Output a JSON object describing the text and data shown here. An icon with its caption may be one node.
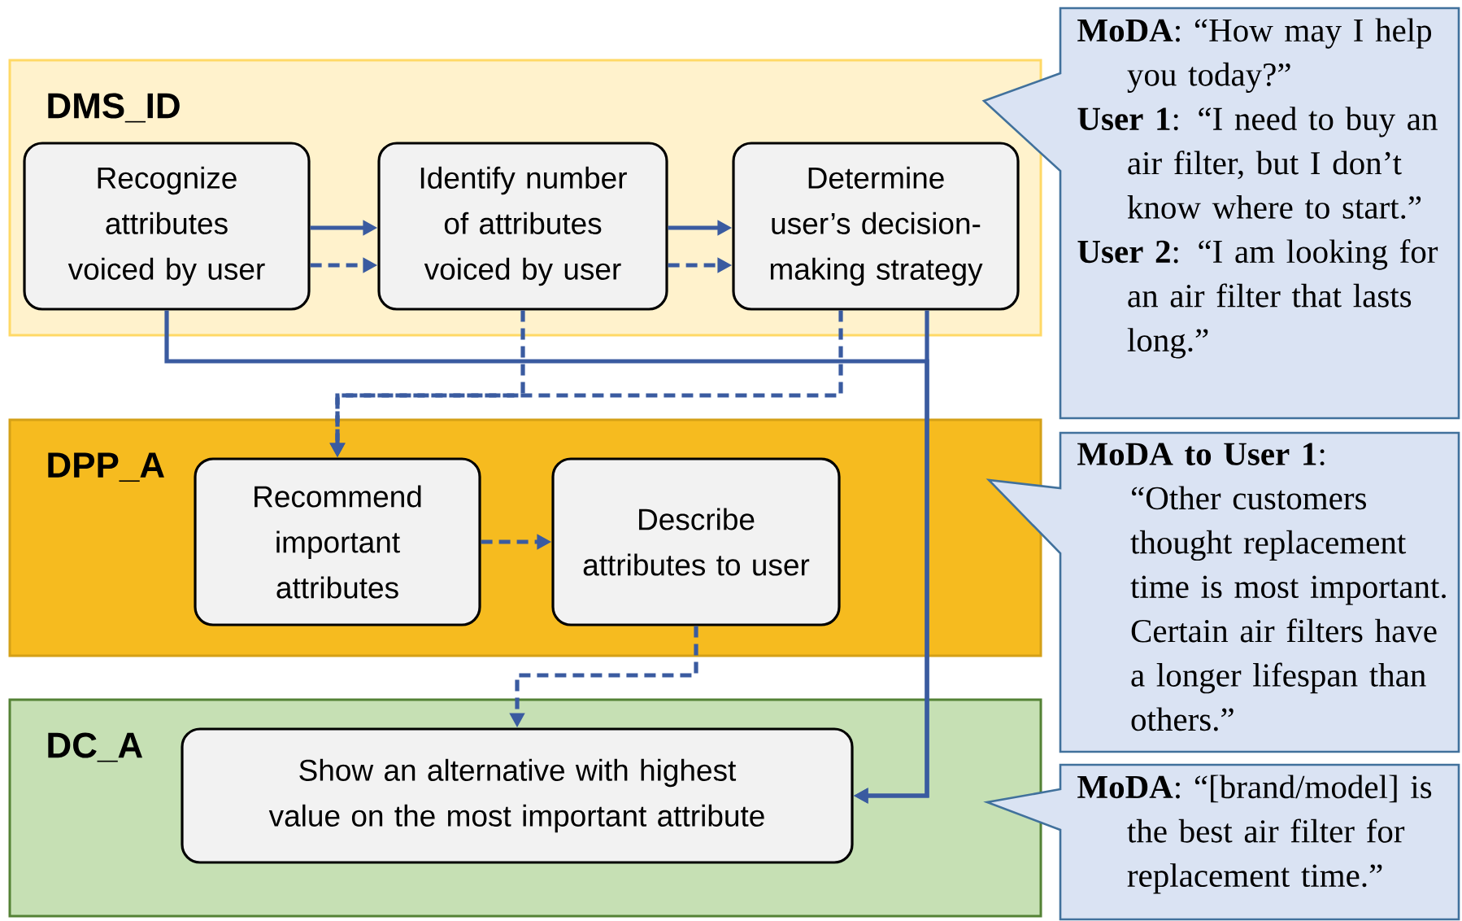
{
  "diagram": {
    "nodes": [
      {
        "text": [
          "DMS_ID"
        ]
      },
      {
        "text": [
          "Recognize attributes voiced by user"
        ],
        "in": 0
      },
      {
        "text": [
          "Identify number of attributes voiced by user"
        ],
        "in": 0
      },
      {
        "text": [
          "Determine user’s decision-making strategy"
        ],
        "in": 0
      },
      {
        "text": [
          "DPP_A"
        ]
      },
      {
        "text": [
          "Recommend important attributes"
        ],
        "in": 4
      },
      {
        "text": [
          "Describe attributes to user"
        ],
        "in": 4
      },
      {
        "text": [
          "DC_A"
        ]
      },
      {
        "text": [
          "Show an alternative with highest value on the most important attribute"
        ],
        "in": 7
      },
      {
        "text": [
          "**MoDA**: “How may I help you today?”",
          "**User 1**: “I need to buy an air filter, but I don’t know where to start.”",
          "**User 2**: “I am looking for an air filter that lasts long.”"
        ]
      },
      {
        "text": [
          "**MoDA to User 1**:",
          "“Other customers thought replacement time is most important. Certain air filters have a longer lifespan than others.”"
        ]
      },
      {
        "text": [
          "**MoDA**: “[brand/model] is the best air filter for replacement time.”"
        ]
      }
    ],
    "edges": [
      {
        "from": 1,
        "to": 2,
        "arrow": "to"
      },
      {
        "from": 1,
        "to": 2,
        "arrow": "to",
        "style": "dashed"
      },
      {
        "from": 2,
        "to": 3,
        "arrow": "to"
      },
      {
        "from": 2,
        "to": 3,
        "arrow": "to",
        "style": "dashed"
      },
      {
        "from": 1,
        "to": 8,
        "arrow": "to"
      },
      {
        "from": 3,
        "to": 8,
        "arrow": "to"
      },
      {
        "from": 2,
        "to": 5,
        "arrow": "to",
        "style": "dashed"
      },
      {
        "from": 3,
        "to": 5,
        "arrow": "to",
        "style": "dashed"
      },
      {
        "from": 5,
        "to": 6,
        "arrow": "to",
        "style": "dashed"
      },
      {
        "from": 6,
        "to": 8,
        "arrow": "to",
        "style": "dashed"
      }
    ]
  }
}
